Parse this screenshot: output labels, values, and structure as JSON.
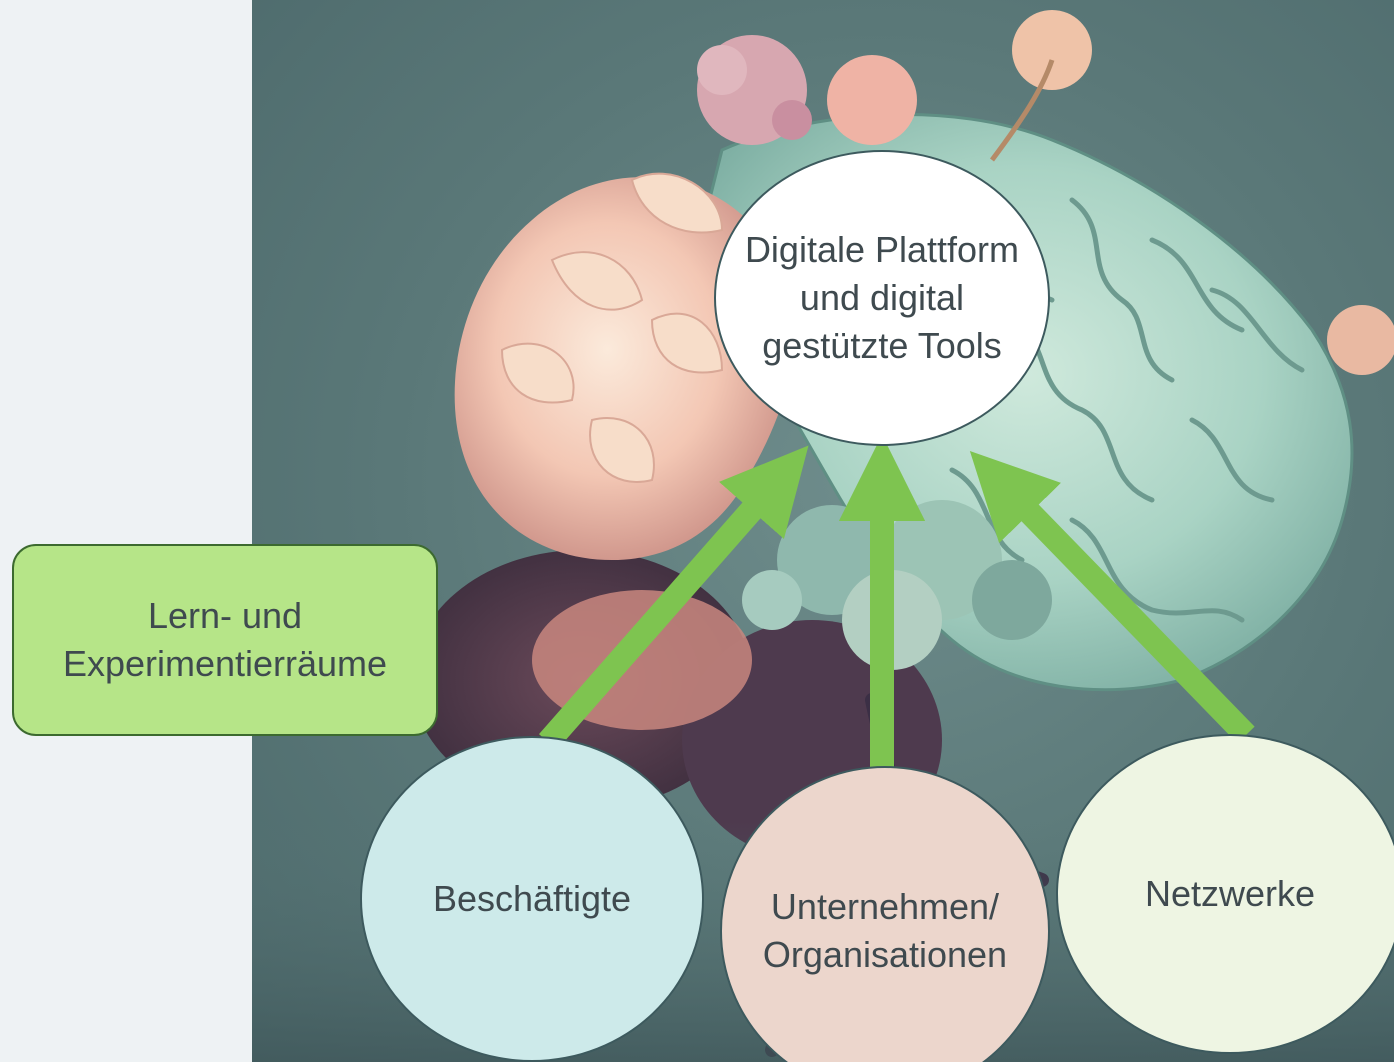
{
  "diagram": {
    "center_node": "Digitale Plattform und digital gestützte Tools",
    "side_box": "Lern- und Experimentierräume",
    "bottom_nodes": [
      {
        "label": "Beschäftigte",
        "fill": "#cdeaea"
      },
      {
        "label": "Unternehmen/ Organisationen",
        "fill": "#ecd6cc"
      },
      {
        "label": "Netzwerke",
        "fill": "#eef5e3"
      }
    ],
    "colors": {
      "arrow": "#7ec450",
      "center_fill": "#ffffff",
      "side_box_fill": "#b6e588",
      "background_photo": "#5a7878"
    },
    "background_image": "brain-with-flowers"
  }
}
